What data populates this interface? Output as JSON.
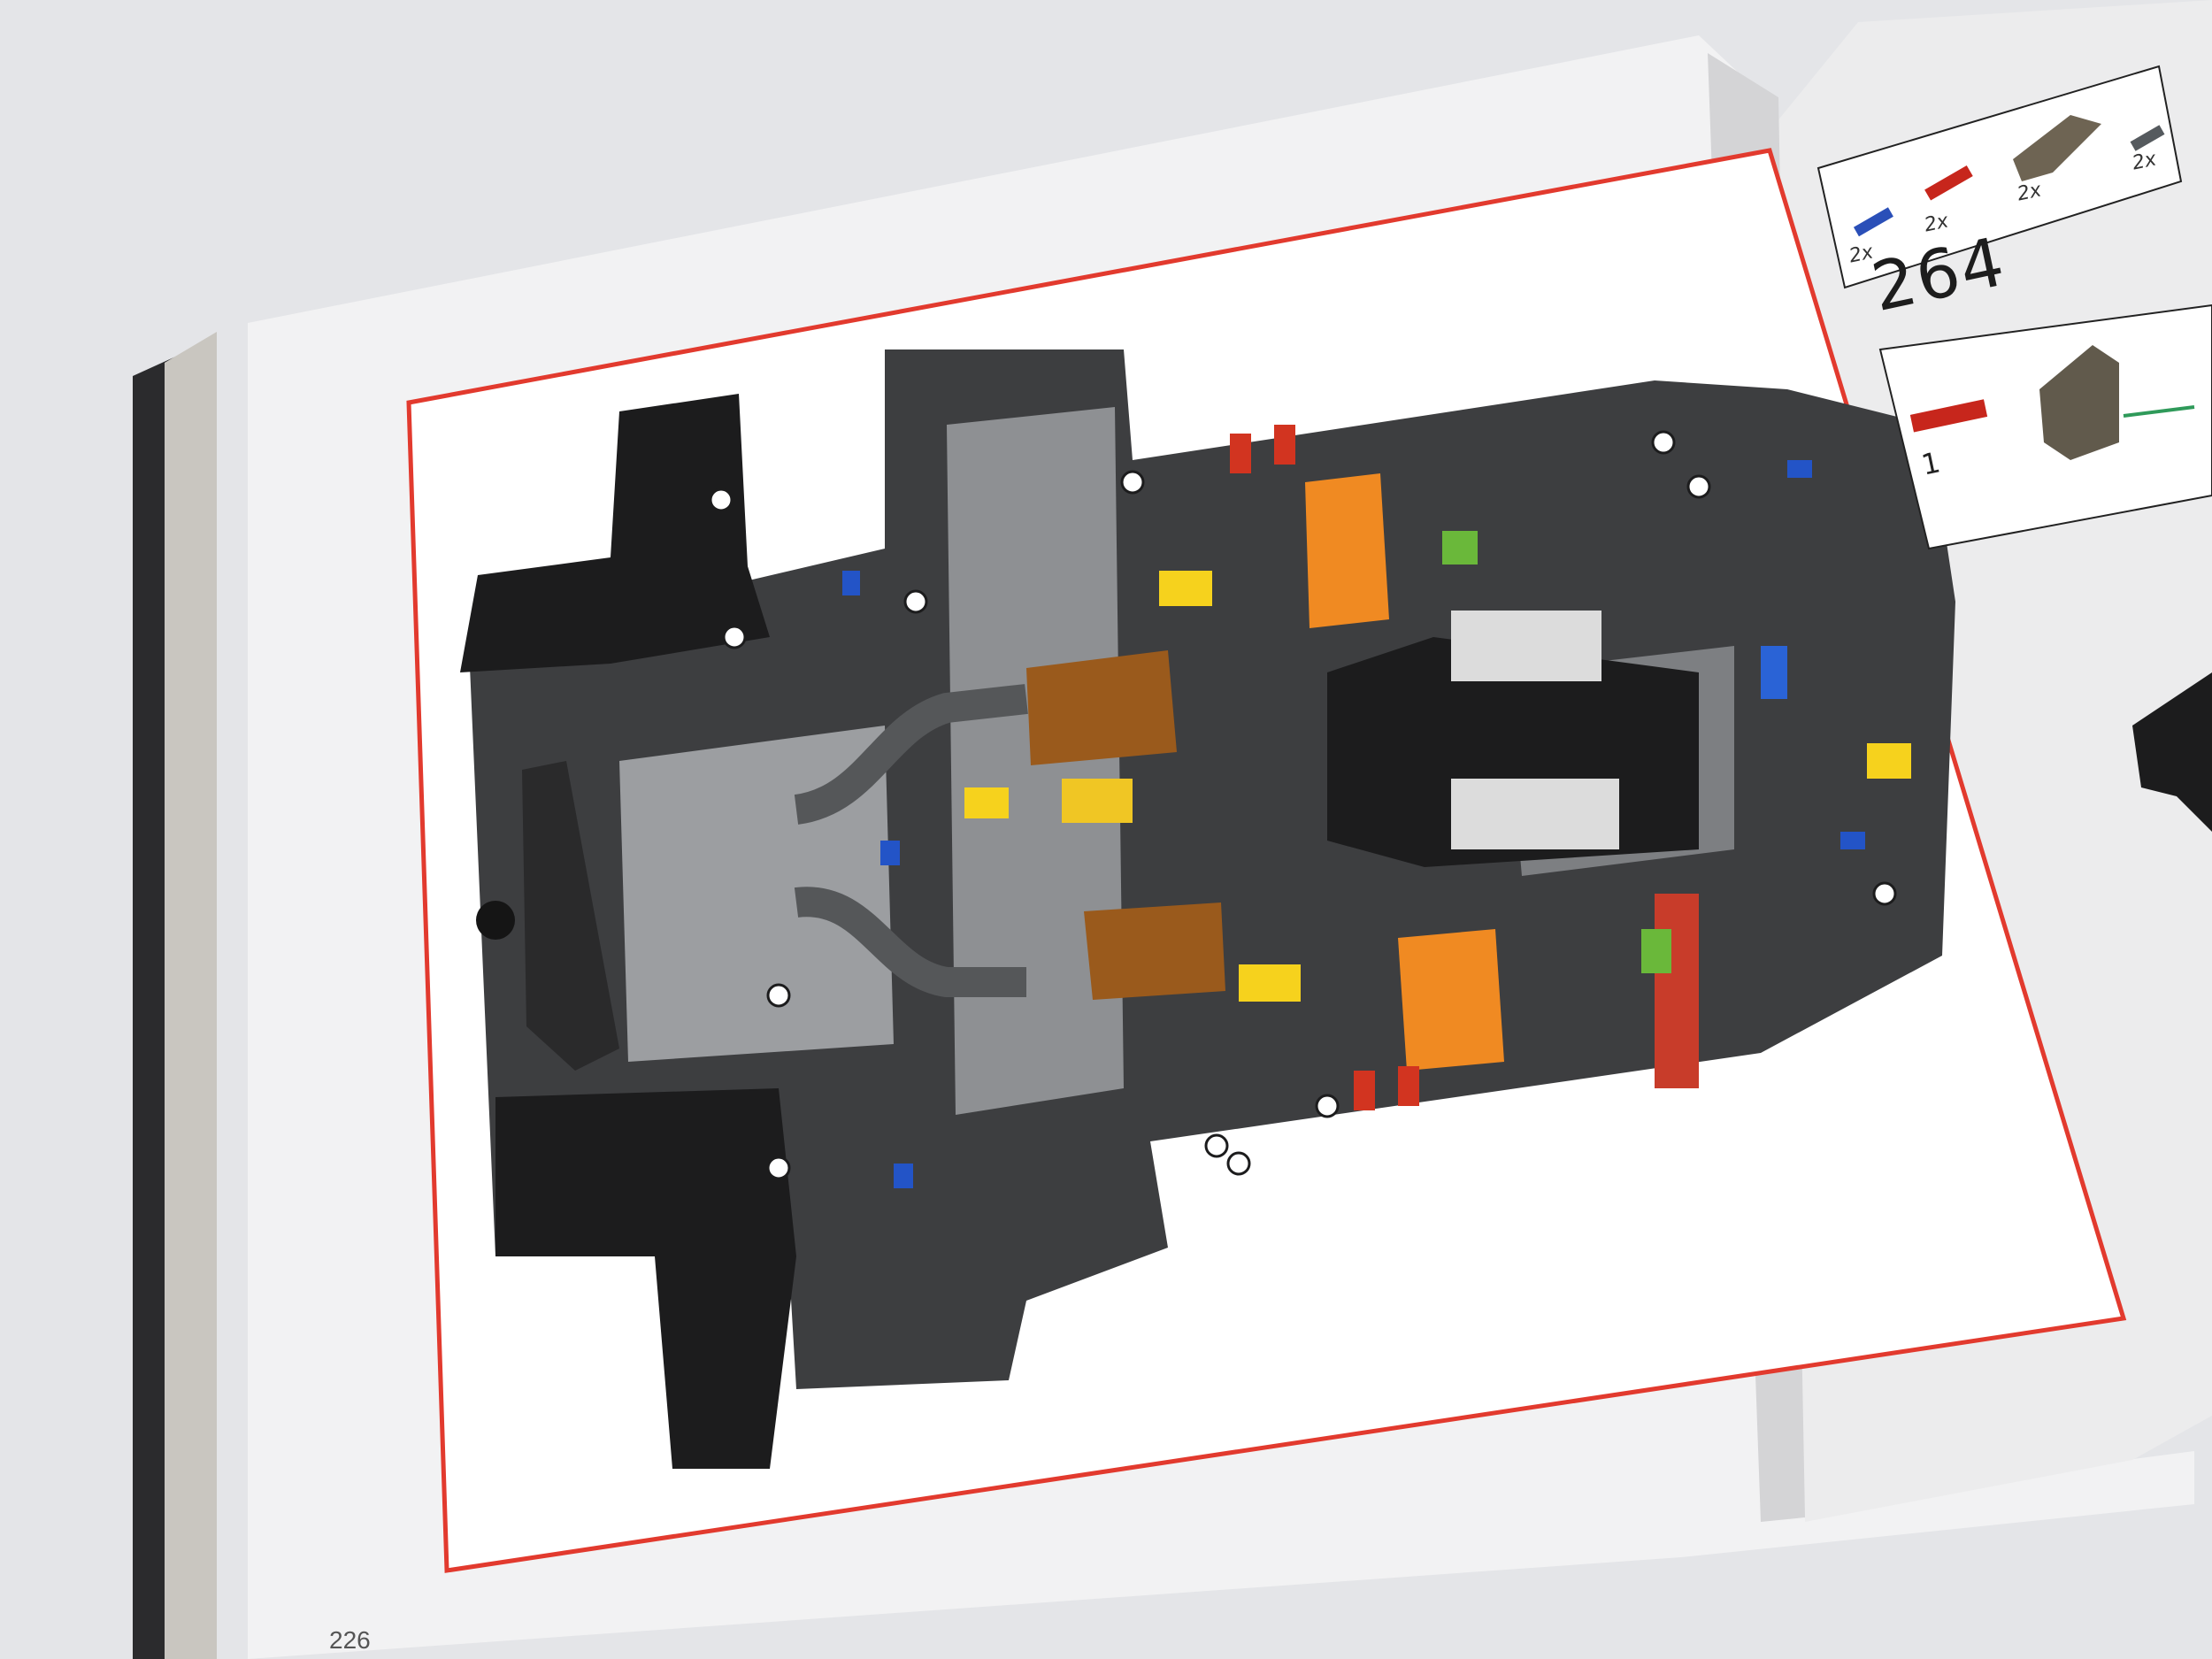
{
  "page_number": "226",
  "step_number": "264",
  "sub_step_number": "1",
  "parts_callout": [
    {
      "name": "blue-axle-pin-icon",
      "qty": "2x",
      "color": "#2a4fb8"
    },
    {
      "name": "red-axle-pin-icon",
      "qty": "2x",
      "color": "#c7261c"
    },
    {
      "name": "dark-tan-beam-icon",
      "qty": "2x",
      "color": "#6e6453"
    },
    {
      "name": "dark-grey-pin-icon",
      "qty": "2x",
      "color": "#555a5e"
    }
  ],
  "colors": {
    "frame_red": "#e23a2e",
    "black": "#1c1c1d",
    "dark_grey": "#5b5d5f",
    "light_grey": "#a8aaad",
    "orange": "#f08a22",
    "yellow": "#f6d21d",
    "brown": "#9a5a1c",
    "blue": "#2354c7",
    "red": "#d23420",
    "green": "#6ab83a"
  }
}
